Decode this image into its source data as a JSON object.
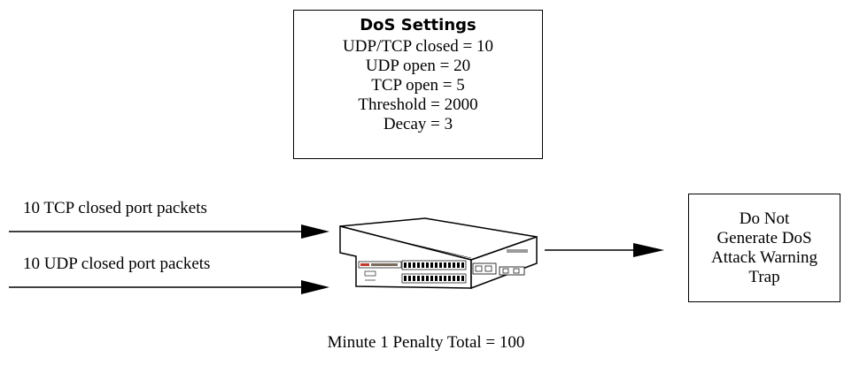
{
  "settings": {
    "title": "DoS Settings",
    "lines": [
      "UDP/TCP closed = 10",
      "UDP open = 20",
      "TCP open = 5",
      "Threshold = 2000",
      "Decay = 3"
    ]
  },
  "inputs": [
    {
      "label": "10 TCP closed port packets"
    },
    {
      "label": "10 UDP closed port packets"
    }
  ],
  "result": {
    "lines": [
      "Do Not",
      "Generate DoS",
      "Attack Warning",
      "Trap"
    ]
  },
  "footer": {
    "total": "Minute 1 Penalty Total = 100"
  }
}
